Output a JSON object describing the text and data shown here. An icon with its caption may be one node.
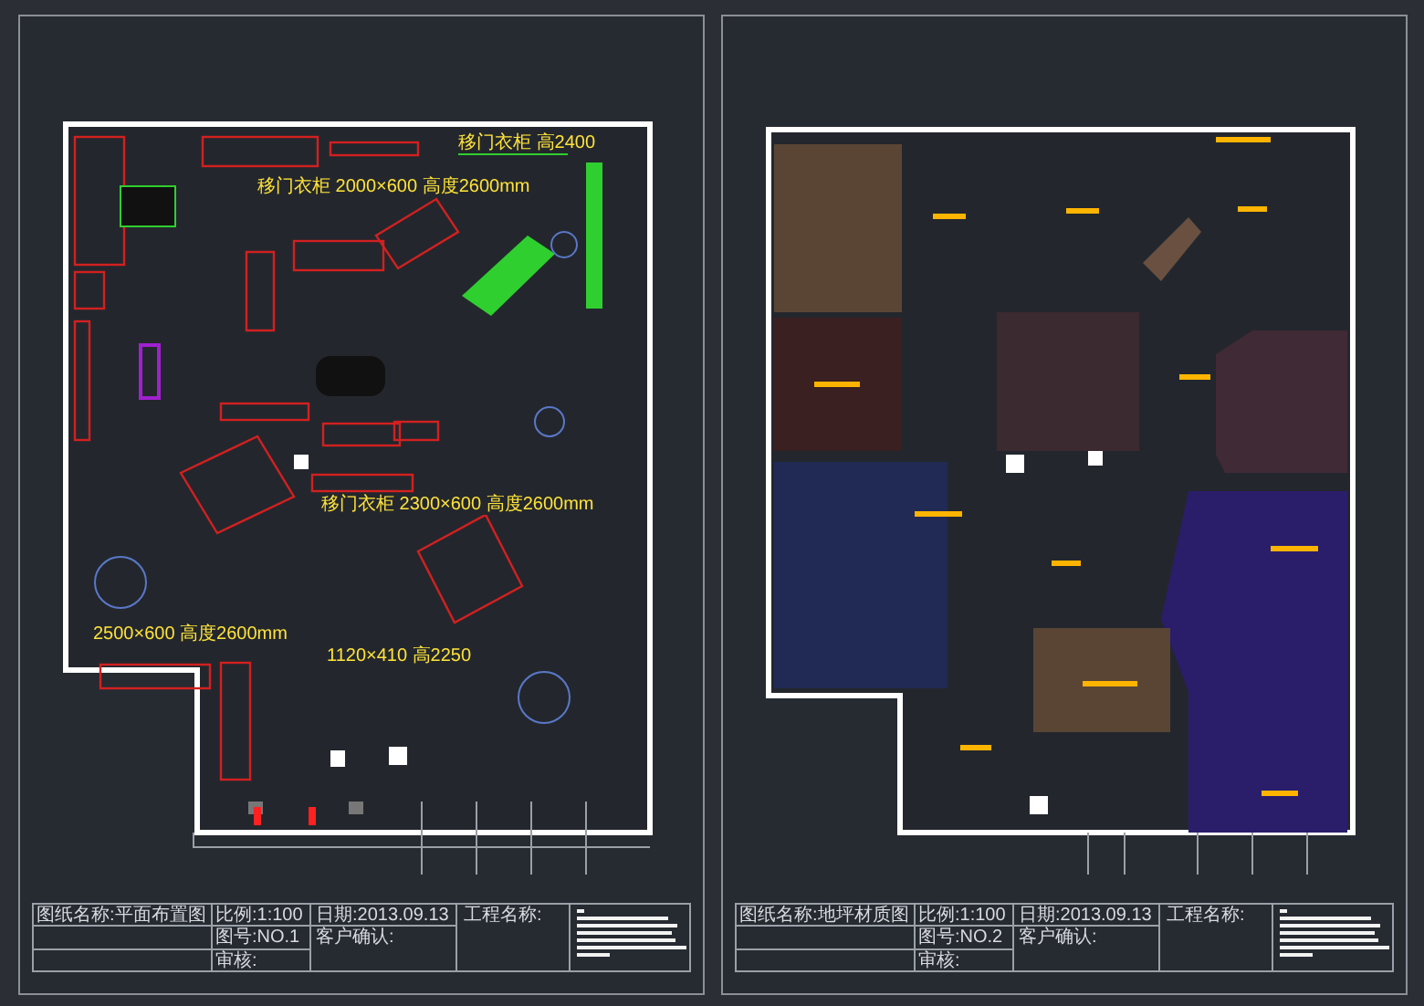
{
  "diagram": {
    "labels": [
      "移门衣柜 2000×600 高度2600mm",
      "移门衣柜 2300×600 高度2600mm",
      "移门衣柜 高2400",
      "2500×600 高度2600mm",
      "1120×410 高2250",
      "图纸名称:平面布置图",
      "比例:1:100",
      "日期:2013.09.13",
      "工程名称:",
      "图号:NO.1",
      "客户确认:",
      "审核:",
      "图纸名称:地坪材质图",
      "比例:1:100",
      "日期:2013.09.13",
      "工程名称:",
      "图号:NO.2",
      "客户确认:",
      "审核:"
    ]
  }
}
